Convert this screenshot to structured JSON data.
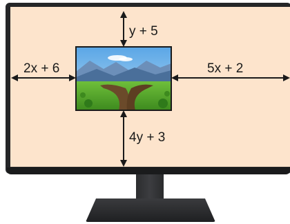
{
  "labels": {
    "top": "y + 5",
    "left": "2x + 6",
    "right": "5x + 2",
    "bottom": "4y + 3"
  },
  "colors": {
    "screen_background": "#fde4cc",
    "bezel": "#252628",
    "arrow": "#1a1a1a"
  },
  "icons": {
    "picture": "landscape-picture-icon"
  }
}
